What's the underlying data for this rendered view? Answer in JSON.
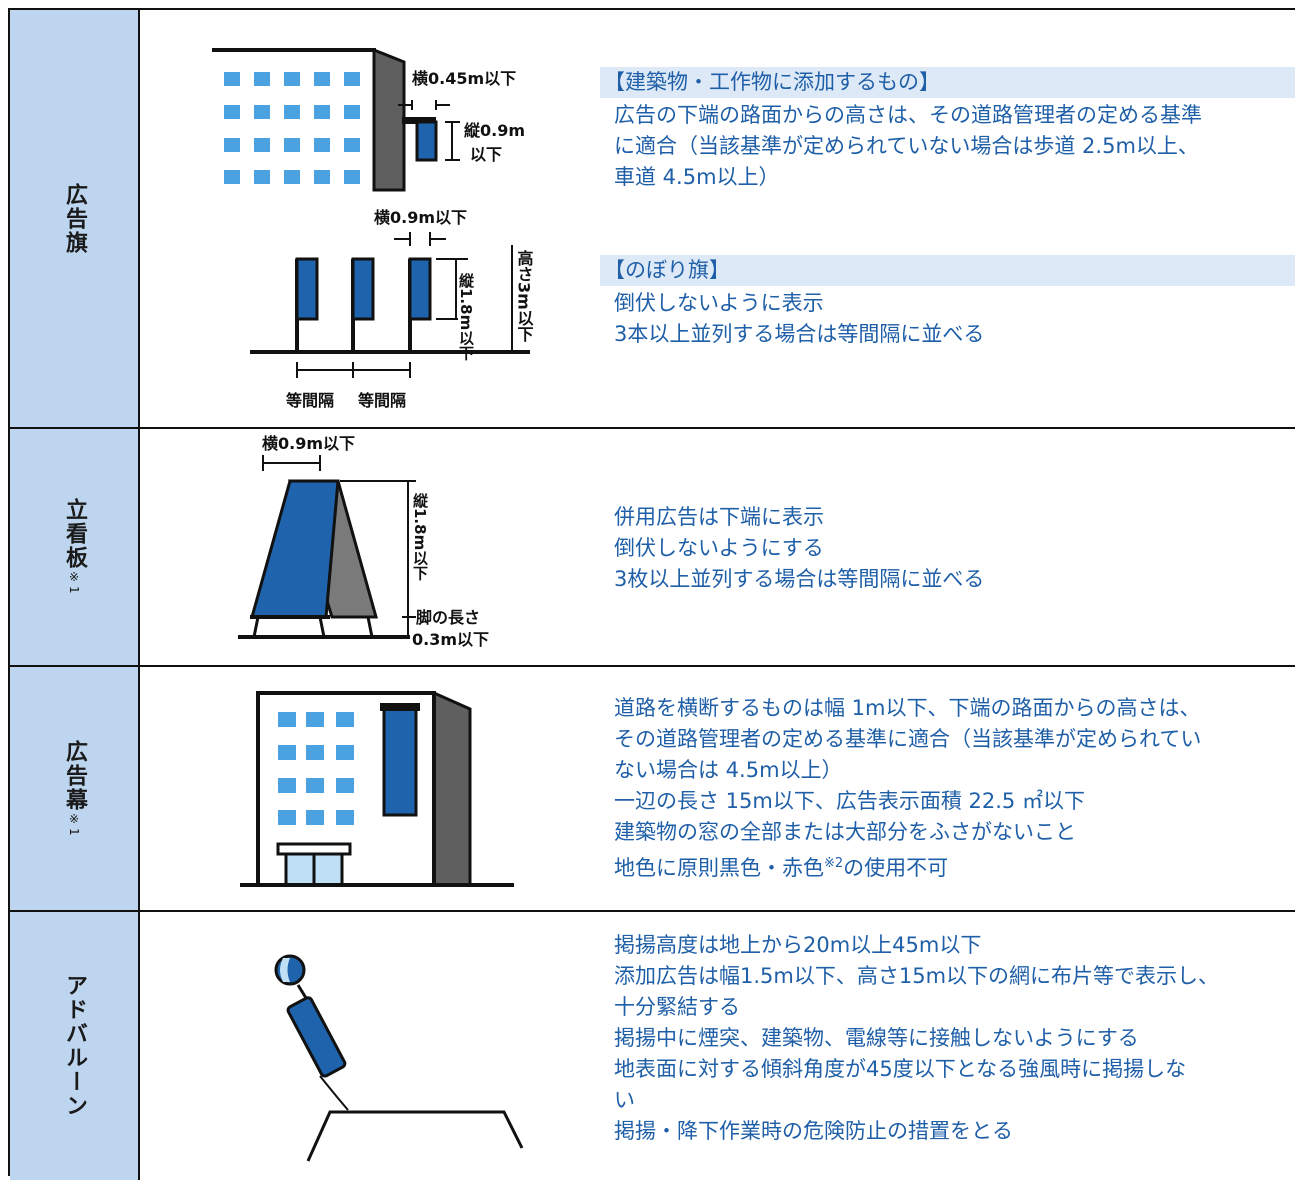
{
  "rows": [
    {
      "header": "広告旗",
      "header_note": "",
      "figure": {
        "top_width": "横0.45m以下",
        "top_height": "縦0.9m",
        "top_height2": "以下",
        "nobori_width": "横0.9m以下",
        "nobori_height_v": "縦1.8m以下",
        "nobori_total_v": "高さ3m以下",
        "spacing_left": "等間隔",
        "spacing_right": "等間隔"
      },
      "sections": [
        {
          "title": "【建築物・工作物に添加するもの】",
          "lines": [
            "広告の下端の路面からの高さは、その道路管理者の定める基準",
            "に適合（当該基準が定められていない場合は歩道 2.5m以上、",
            "車道 4.5m以上）"
          ]
        },
        {
          "title": "【のぼり旗】",
          "lines": [
            "倒伏しないように表示",
            "3本以上並列する場合は等間隔に並べる"
          ]
        }
      ]
    },
    {
      "header": "立看板",
      "header_note": "※1",
      "figure": {
        "width": "横0.9m以下",
        "height_v": "縦1.8m以下",
        "leg_1": "脚の長さ",
        "leg_2": "0.3m以下"
      },
      "lines": [
        "併用広告は下端に表示",
        "倒伏しないようにする",
        "3枚以上並列する場合は等間隔に並べる"
      ]
    },
    {
      "header": "広告幕",
      "header_note": "※1",
      "lines": [
        "道路を横断するものは幅 1m以下、下端の路面からの高さは、",
        "その道路管理者の定める基準に適合（当該基準が定められてい",
        "ない場合は 4.5m以上）",
        "一辺の長さ 15m以下、広告表示面積 22.5 ㎡以下",
        "建築物の窓の全部または大部分をふさがないこと"
      ],
      "last_line_pre": "地色に原則黒色・赤色",
      "last_line_note": "※2",
      "last_line_post": "の使用不可"
    },
    {
      "header": "アドバルーン",
      "header_note": "",
      "lines": [
        "掲揚高度は地上から20m以上45m以下",
        "添加広告は幅1.5m以下、高さ15m以下の網に布片等で表示し、",
        "十分緊結する",
        "掲揚中に煙突、建築物、電線等に接触しないようにする",
        "地表面に対する傾斜角度が45度以下となる強風時に掲揚しな",
        "い",
        "掲揚・降下作業時の危険防止の措置をとる"
      ]
    }
  ],
  "colors": {
    "header_bg": "#bdd5ee",
    "section_title_bg": "#dde9f6",
    "text_blue": "#1f5fa8",
    "sign_blue": "#1f63ad",
    "window_blue": "#4aa3e0"
  }
}
